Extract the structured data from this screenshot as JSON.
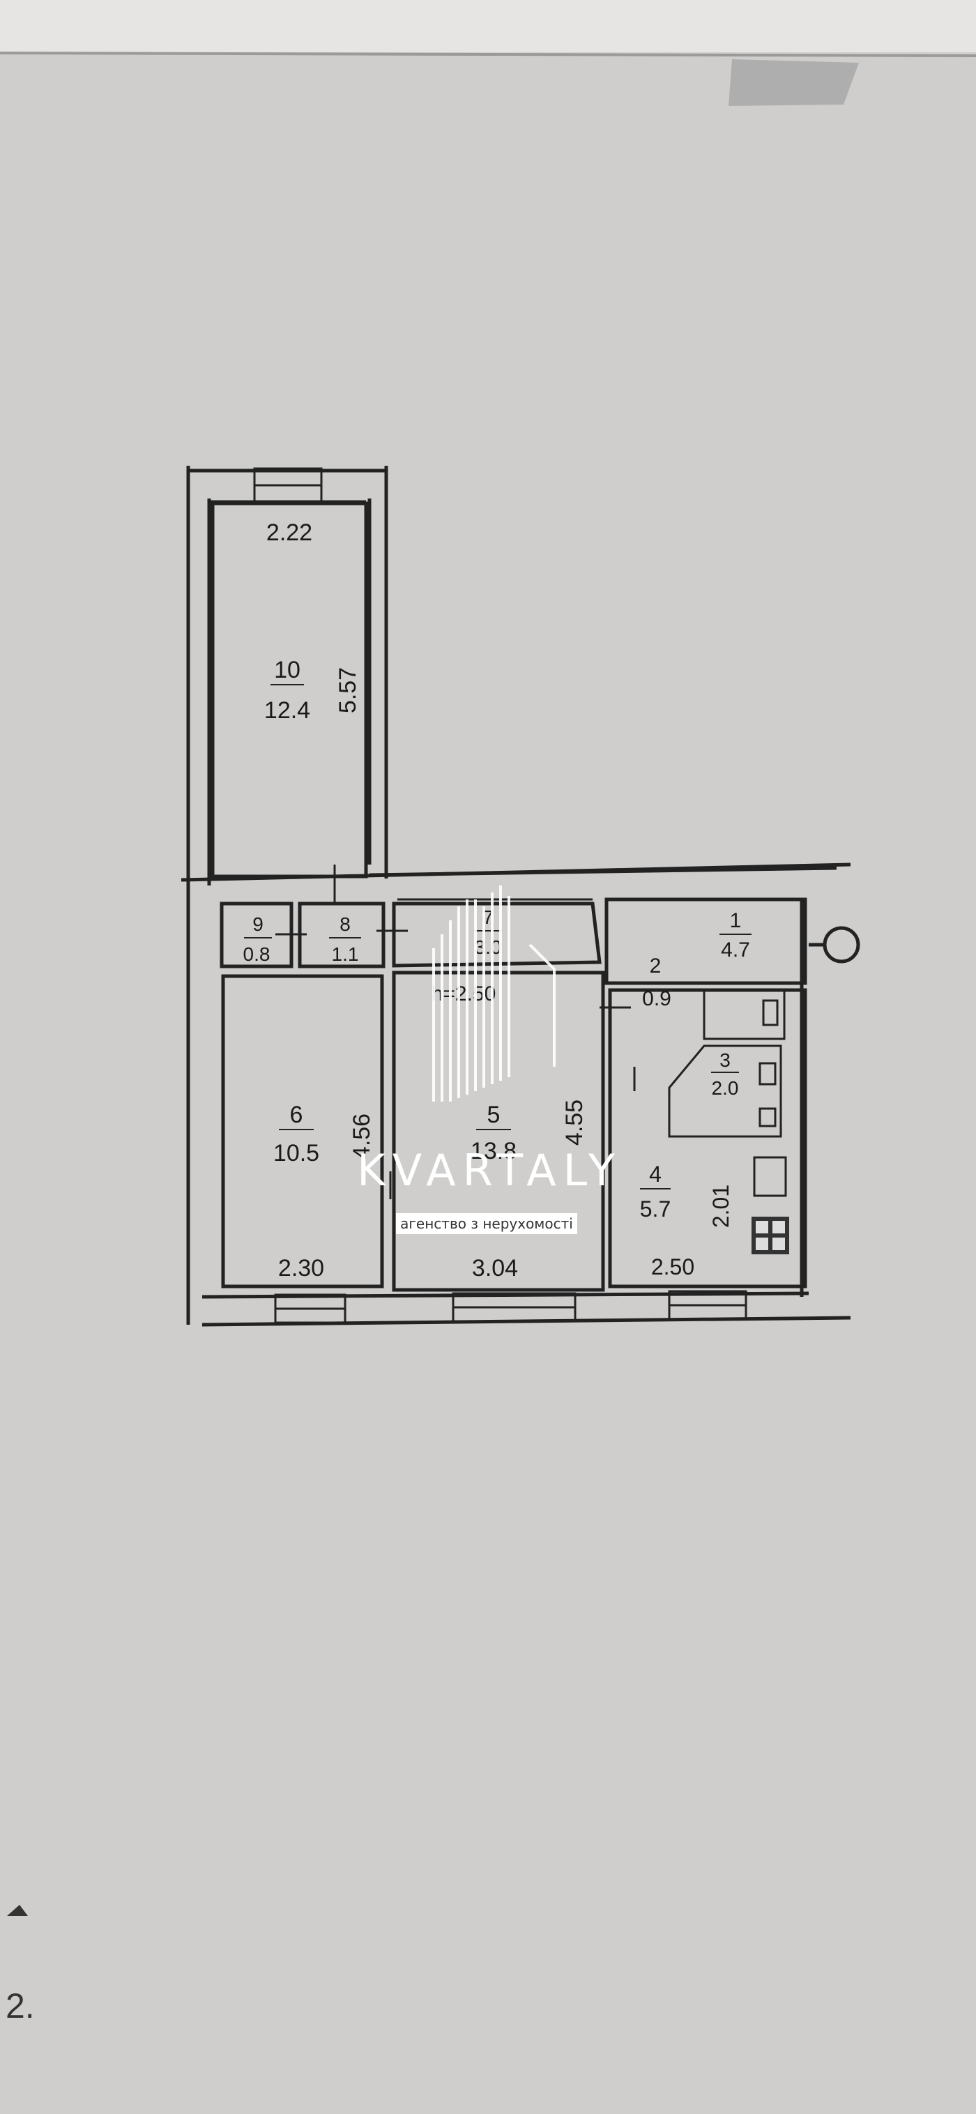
{
  "plan": {
    "height_label": "h=2.50",
    "rooms": [
      {
        "id": "room-10",
        "number": "10",
        "area": "12.4",
        "dims": [
          "2.22",
          "5.57"
        ]
      },
      {
        "id": "room-9",
        "number": "9",
        "area": "0.8"
      },
      {
        "id": "room-8",
        "number": "8",
        "area": "1.1"
      },
      {
        "id": "room-7",
        "number": "7",
        "area": "3.0"
      },
      {
        "id": "room-1",
        "number": "1",
        "area": "4.7"
      },
      {
        "id": "room-2",
        "number": "2",
        "area": "0.9"
      },
      {
        "id": "room-3",
        "number": "3",
        "area": "2.0"
      },
      {
        "id": "room-6",
        "number": "6",
        "area": "10.5",
        "dims": [
          "4.56",
          "2.30"
        ]
      },
      {
        "id": "room-5",
        "number": "5",
        "area": "13.8",
        "dims": [
          "4.55",
          "3.04"
        ]
      },
      {
        "id": "room-4",
        "number": "4",
        "area": "5.7",
        "dims": [
          "2.01",
          "2.50"
        ]
      }
    ]
  },
  "watermark": {
    "brand": "KVARTALY",
    "tagline": "агенство з нерухомості"
  },
  "page_number": "2.",
  "colors": {
    "paper": "#cfcecc",
    "ink": "#222222",
    "watermark": "#ffffff"
  }
}
